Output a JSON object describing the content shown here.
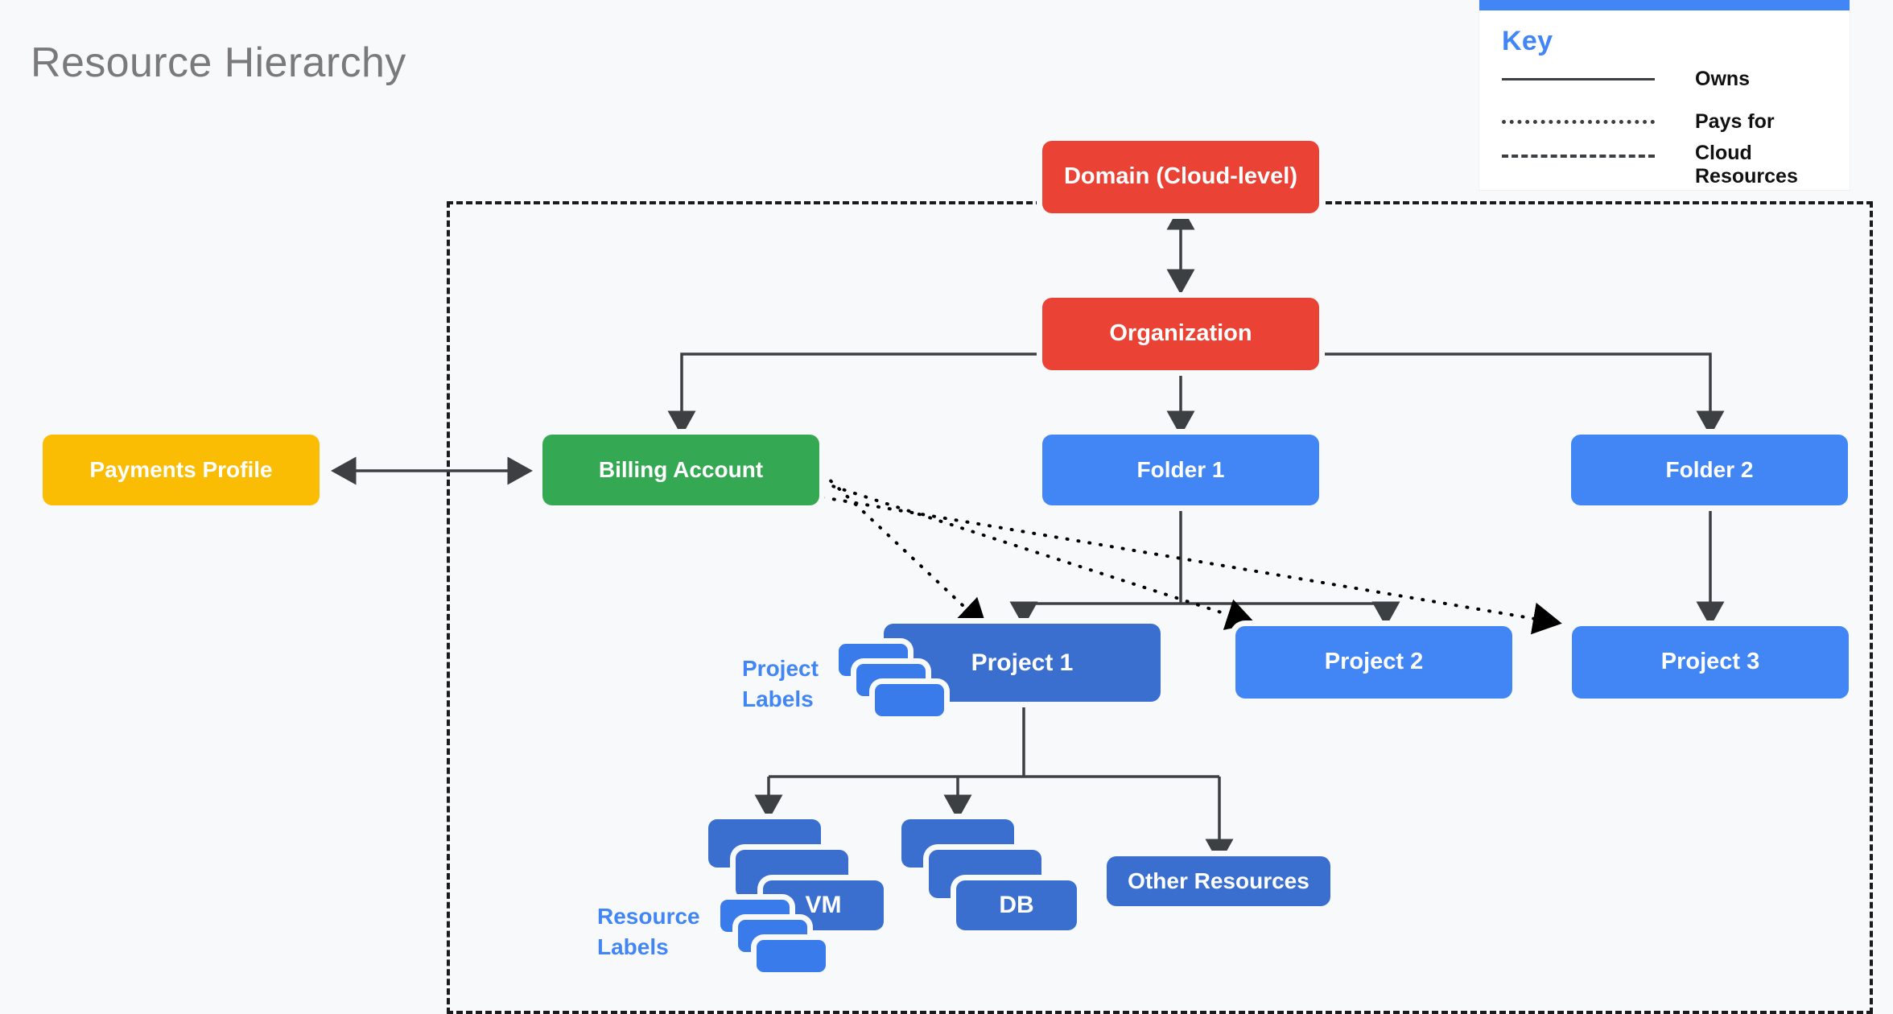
{
  "page": {
    "title": "Resource Hierarchy",
    "background_color": "#f7f9fa"
  },
  "key": {
    "title": "Key",
    "accent_color": "#4285f4",
    "items": [
      {
        "style": "solid",
        "label": "Owns"
      },
      {
        "style": "dotted",
        "label": "Pays for"
      },
      {
        "style": "dashed",
        "label": "Cloud\nResources"
      }
    ]
  },
  "nodes": {
    "domain": {
      "label": "Domain (Cloud-level)",
      "color": "#ea4335"
    },
    "organization": {
      "label": "Organization",
      "color": "#ea4335"
    },
    "payments_profile": {
      "label": "Payments Profile",
      "color": "#fbbc04"
    },
    "billing_account": {
      "label": "Billing Account",
      "color": "#34a853"
    },
    "folder_1": {
      "label": "Folder 1",
      "color": "#4285f4"
    },
    "folder_2": {
      "label": "Folder 2",
      "color": "#4285f4"
    },
    "project_1": {
      "label": "Project 1",
      "color": "#3a6fd0"
    },
    "project_2": {
      "label": "Project 2",
      "color": "#4285f4"
    },
    "project_3": {
      "label": "Project 3",
      "color": "#4285f4"
    },
    "vm": {
      "label": "VM",
      "color": "#3a6fd0"
    },
    "db": {
      "label": "DB",
      "color": "#3a6fd0"
    },
    "other_resources": {
      "label": "Other Resources",
      "color": "#3a6fd0"
    }
  },
  "annotations": {
    "project_labels": "Project\nLabels",
    "resource_labels": "Resource\nLabels"
  },
  "cloud_boundary": {
    "style": "dashed",
    "color": "#1b1b1b"
  },
  "edge_colors": {
    "owns": "#3c4043",
    "pays_for": "#000000"
  }
}
